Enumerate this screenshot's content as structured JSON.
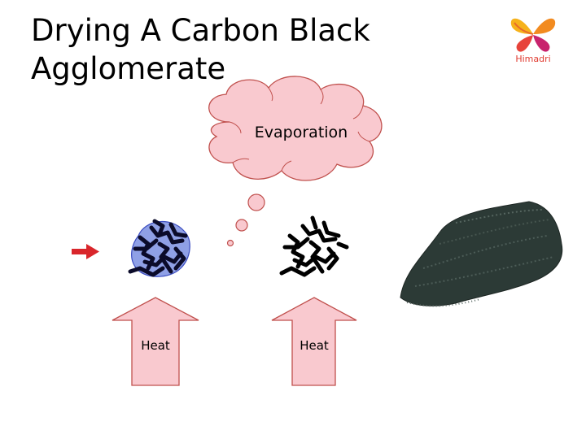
{
  "slide": {
    "title_line1": "Drying A Carbon Black",
    "title_line2": "Agglomerate",
    "cloud_label": "Evaporation",
    "heat_left_label": "Heat",
    "heat_right_label": "Heat"
  },
  "logo": {
    "text": "Himadri"
  },
  "colors": {
    "cloud_fill": "#f9c9cf",
    "cloud_stroke": "#c0504d",
    "arrow_fill": "#f9c9cf",
    "arrow_stroke": "#c0504d",
    "red_arrow": "#d9262b",
    "wet_shell": "#3b4cc0",
    "particles": "#0b0b2a",
    "dried_mass": "#2c3a36"
  }
}
